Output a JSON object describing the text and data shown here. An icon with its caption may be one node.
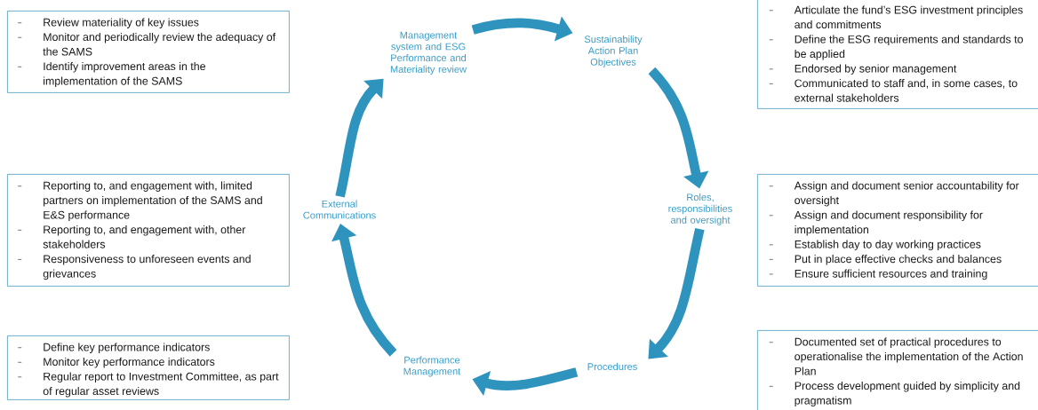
{
  "diagram": {
    "nodes": [
      {
        "text": [
          "Management system and ESG Performance and Materiality review"
        ]
      },
      {
        "text": [
          "Sustainability Action Plan Objectives"
        ]
      },
      {
        "text": [
          "Roles, responsibilities and oversight"
        ]
      },
      {
        "text": [
          "Procedures"
        ]
      },
      {
        "text": [
          "Performance Management"
        ]
      },
      {
        "text": [
          "External Communications"
        ]
      },
      {
        "text": [
          "Review materiality of key issues",
          "Monitor and periodically review the adequacy of the SAMS",
          "Identify improvement areas in the implementation of the SAMS"
        ]
      },
      {
        "text": [
          "Articulate the fund’s ESG investment principles and commitments",
          "Define the ESG requirements and standards to be applied",
          "Endorsed by senior management",
          "Communicated to staff and, in some cases, to external stakeholders"
        ]
      },
      {
        "text": [
          "Reporting to, and engagement with, limited partners on implementation of the SAMS and E&S performance",
          "Reporting to, and engagement with, other stakeholders",
          "Responsiveness to unforeseen events and grievances"
        ]
      },
      {
        "text": [
          "Assign and document senior accountability for oversight",
          "Assign and document responsibility for implementation",
          "Establish day to day working practices",
          "Put in place effective checks and balances",
          "Ensure sufficient resources and training"
        ]
      },
      {
        "text": [
          "Define key performance indicators",
          "Monitor key performance indicators",
          "Regular report to Investment Committee, as part of regular asset reviews"
        ]
      },
      {
        "text": [
          "Documented set of practical procedures to operationalise the implementation of the Action Plan",
          "Process development guided by simplicity and pragmatism"
        ]
      }
    ],
    "edges": [
      {
        "from": 0,
        "to": 1,
        "arrow": "to"
      },
      {
        "from": 1,
        "to": 2,
        "arrow": "to"
      },
      {
        "from": 2,
        "to": 3,
        "arrow": "to"
      },
      {
        "from": 3,
        "to": 4,
        "arrow": "to"
      },
      {
        "from": 4,
        "to": 5,
        "arrow": "to"
      },
      {
        "from": 5,
        "to": 0,
        "arrow": "to"
      }
    ]
  }
}
